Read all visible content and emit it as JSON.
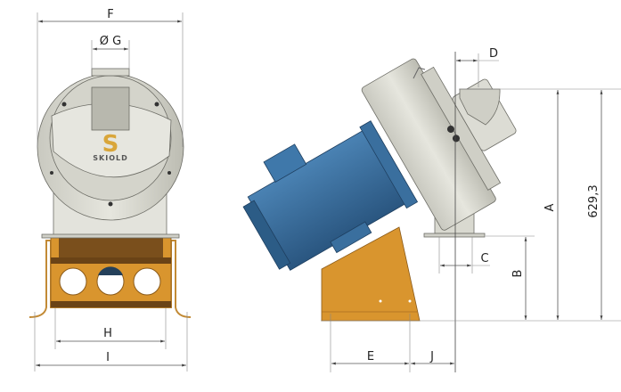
{
  "labels": {
    "F": "F",
    "G": "Ø G",
    "H": "H",
    "I": "I",
    "A": "A",
    "B": "B",
    "C": "C",
    "D": "D",
    "E": "E",
    "J": "J",
    "overall_height": "629,3"
  },
  "logo": {
    "text": "SKIOLD",
    "letter": "S"
  },
  "colors": {
    "housing": "#d8d8cf",
    "motor": "#3a6f9e",
    "stand": "#d9952e",
    "logo": "#d9a63a"
  }
}
